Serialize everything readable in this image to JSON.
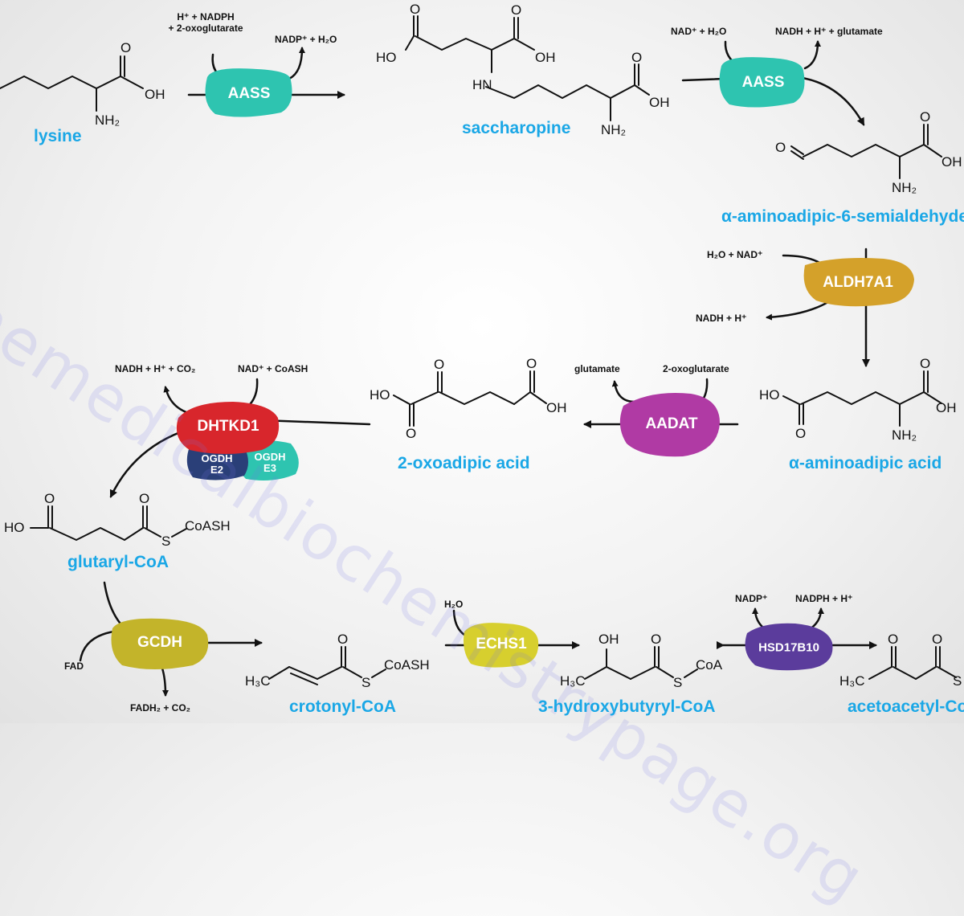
{
  "watermark": "themedicalbiochemistrypage.org",
  "colors": {
    "molecule_name": "#1aa7e6",
    "aass": "#2ec4b0",
    "aldh7a1": "#d4a12a",
    "aadat": "#b03aa4",
    "dhtkd1": "#d8262c",
    "ogdh_e2": "#2a3f78",
    "ogdh_e3": "#2ec4b0",
    "gcdh": "#c3b42a",
    "echs1": "#d7cf2e",
    "hsd17b10": "#5b3c9c"
  },
  "molecules": {
    "lysine": "lysine",
    "saccharopine": "saccharopine",
    "semialdehyde": "α-aminoadipic-6-semialdehyde",
    "aminoadipic": "α-aminoadipic acid",
    "oxoadipic": "2-oxoadipic acid",
    "glutaryl": "glutaryl-CoA",
    "crotonyl": "crotonyl-CoA",
    "hydroxybutyryl": "3-hydroxybutyryl-CoA",
    "acetoacetyl": "acetoacetyl-CoA"
  },
  "enzymes": {
    "aass1": "AASS",
    "aass2": "AASS",
    "aldh7a1": "ALDH7A1",
    "aadat": "AADAT",
    "dhtkd1": "DHTKD1",
    "ogdh_e2_line1": "OGDH",
    "ogdh_e2_line2": "E2",
    "ogdh_e3_line1": "OGDH",
    "ogdh_e3_line2": "E3",
    "gcdh": "GCDH",
    "echs1": "ECHS1",
    "hsd17b10": "HSD17B10"
  },
  "cofactors": {
    "aass1_in_line1": "H⁺ + NADPH",
    "aass1_in_line2": "+ 2-oxoglutarate",
    "aass1_out": "NADP⁺ + H₂O",
    "aass2_in": "NAD⁺ + H₂O",
    "aass2_out": "NADH + H⁺ + glutamate",
    "aldh_in": "H₂O + NAD⁺",
    "aldh_out": "NADH + H⁺",
    "aadat_out": "glutamate",
    "aadat_in": "2-oxoglutarate",
    "dhtkd1_out": "NADH + H⁺ + CO₂",
    "dhtkd1_in": "NAD⁺ + CoASH",
    "gcdh_in": "FAD",
    "gcdh_out": "FADH₂ + CO₂",
    "echs1_in": "H₂O",
    "hsd_left": "NADP⁺",
    "hsd_right": "NADPH + H⁺"
  },
  "atoms": {
    "oh": "OH",
    "o": "O",
    "ho": "HO",
    "nh2": "NH₂",
    "hn": "HN",
    "s": "S",
    "coash": "CoASH",
    "coa": "CoA",
    "h3c": "H₃C"
  }
}
